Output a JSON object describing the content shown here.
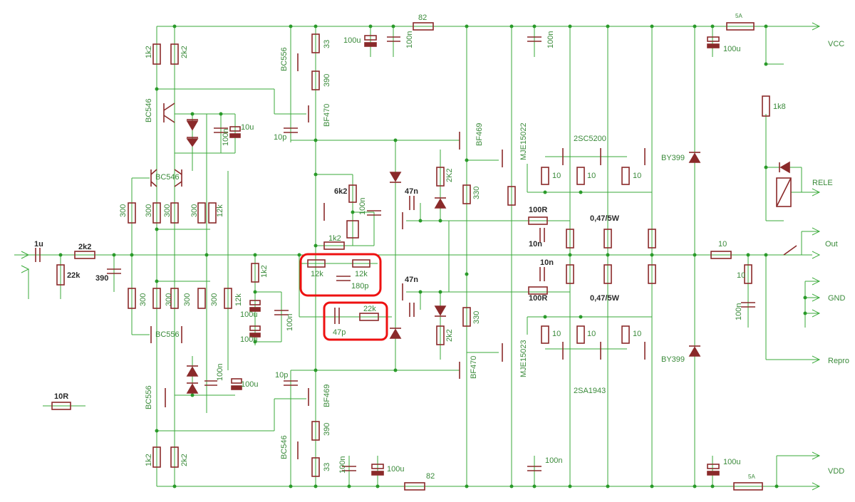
{
  "labels": {
    "r_1k2_top": "1k2",
    "r_2k2_top": "2k2",
    "q_bc556_top": "BC556",
    "r_33_top": "33",
    "r_390_top": "390",
    "q_bf470_top": "BF470",
    "c_100u_top": "100u",
    "c_100n_top": "100n",
    "r_82_top": "82",
    "c_100n_top2": "100n",
    "fuse_top": "5A",
    "c_100u_vcc": "100u",
    "vcc": "VCC",
    "q_bc546_a": "BC546",
    "c_100n_ld": "100n",
    "c_10u_ld": "10u",
    "c_10p_top": "10p",
    "q_bf469_top": "BF469",
    "q_mje15022": "MJE15022",
    "q_2sc5200": "2SC5200",
    "d_by399_top": "BY399",
    "r_1k8": "1k8",
    "rele": "RELE",
    "q_bc546_b": "BC546",
    "r_6k2": "6k2",
    "c_100n_mid": "100n",
    "r_1k2_mid": "1k2",
    "r_2k2_drv": "2K2",
    "c_47n_top": "47n",
    "r_330_top": "330",
    "r_10_a": "10",
    "r_10_b": "10",
    "r_10_c": "10",
    "r_100R_top": "100R",
    "r_047_top": "0,47/5W",
    "c_10n_top": "10n",
    "out": "Out",
    "c_1u": "1u",
    "r_2k2_in": "2k2",
    "r_22k_in": "22k",
    "c_390_in": "390",
    "r_300_a": "300",
    "r_300_b": "300",
    "r_300_c": "300",
    "r_300_d": "300",
    "r_12k_a": "12k",
    "r_1k2_lm": "1k2",
    "r_12k_hl1": "12k",
    "r_12k_hl2": "12k",
    "c_180p": "180p",
    "c_47n_bot": "47n",
    "c_10n_bot": "10n",
    "r_100R_bot": "100R",
    "r_047_bot": "0,47/5W",
    "r_10_out": "10",
    "c_100n_out": "100n",
    "gnd": "GND",
    "r_10_zobel": "10",
    "r_300_e": "300",
    "r_300_f": "300",
    "r_300_g": "300",
    "r_300_h": "300",
    "r_12k_b": "12k",
    "c_100u_lb1": "100u",
    "c_100n_lb": "100n",
    "c_100u_lb2": "100u",
    "c_22k_hl": "22k",
    "c_47p": "47p",
    "r_330_bot": "330",
    "r_2k2_drvb": "2k2",
    "q_bc556_b": "BC556",
    "q_mje15023": "MJE15023",
    "r_10_d": "10",
    "r_10_e": "10",
    "r_10_f": "10",
    "d_by399_bot": "BY399",
    "repro": "Repro",
    "c_100n_lb2": "100n",
    "c_100u_lb3": "100u",
    "c_10p_bot": "10p",
    "q_bf469_bot": "BF469",
    "q_bf470_bot": "BF470",
    "q_2sa1943": "2SA1943",
    "r_10R": "10R",
    "q_bc556_c": "BC556",
    "r_390_bot": "390",
    "q_bc546_c": "BC546",
    "r_1k2_bot": "1k2",
    "r_2k2_bot": "2k2",
    "r_33_bot": "33",
    "c_100n_bot1": "100n",
    "c_100u_bot": "100u",
    "r_82_bot": "82",
    "c_100n_bot2": "100n",
    "c_100u_vdd": "100u",
    "fuse_bot": "5A",
    "vdd": "VDD"
  },
  "colors": {
    "wire": "#3aaa3a",
    "component": "#8a2a2a",
    "label": "#3a8a3a",
    "highlight": "#e11111"
  }
}
